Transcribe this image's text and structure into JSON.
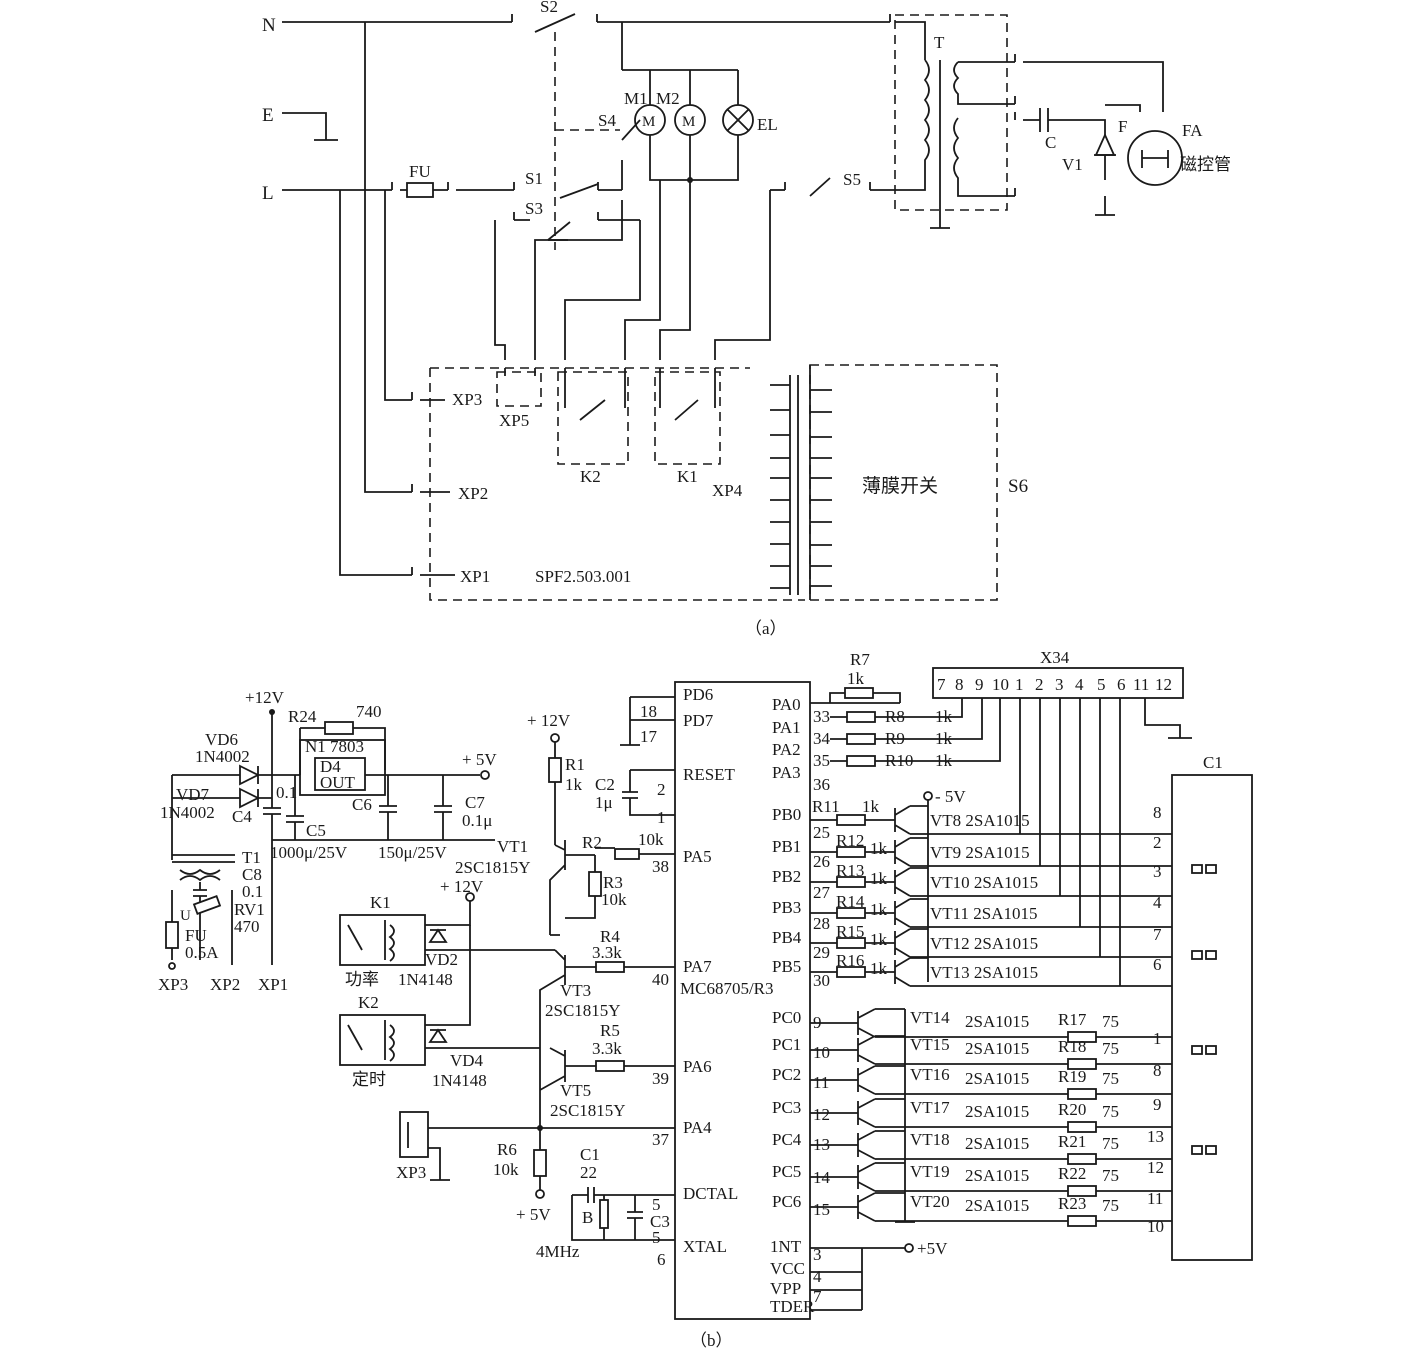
{
  "a": {
    "N": "N",
    "E": "E",
    "L": "L",
    "FU": "FU",
    "S1": "S1",
    "S2": "S2",
    "S3": "S3",
    "S4": "S4",
    "S5": "S5",
    "S6": "S6",
    "M1": "M1",
    "M2": "M2",
    "EL": "EL",
    "T": "T",
    "C": "C",
    "V1": "V1",
    "F": "F",
    "FA": "FA",
    "magnetron": "磁控管",
    "XP1": "XP1",
    "XP2": "XP2",
    "XP3": "XP3",
    "XP4": "XP4",
    "XP5": "XP5",
    "K1": "K1",
    "K2": "K2",
    "membrane": "薄膜开关",
    "board": "SPF2.503.001",
    "caption": "（a）"
  },
  "b": {
    "caption": "（b）",
    "p12v": "+12V",
    "p5v": "+ 5V",
    "m5v": "- 5V",
    "p5vb": "+5V",
    "p5vc": "+ 5V",
    "R24": "R24",
    "R24v": "740",
    "N1": "N1 7803",
    "D4": "D4",
    "OUT": "OUT",
    "VD6": "VD6",
    "VD6t": "1N4002",
    "VD7": "VD7",
    "VD7t": "1N4002",
    "C4": "C4",
    "C4v": "0.1",
    "C5": "C5",
    "C6": "C6",
    "C7": "C7",
    "C7v": "0.1μ",
    "C5v": "1000μ/25V",
    "C6v": "150μ/25V",
    "VT1": "VT1",
    "VT1t": "2SC1815Y",
    "T1": "T1",
    "C8": "C8",
    "C8v": "0.1",
    "RV1": "RV1",
    "RV1v": "470",
    "U": "U",
    "FU": "FU",
    "FUv": "0.5A",
    "XP3": "XP3",
    "XP2": "XP2",
    "XP1": "XP1",
    "XP3b": "XP3",
    "K1": "K1",
    "K2": "K2",
    "power": "功率",
    "timer": "定时",
    "VD2": "VD2",
    "VD2t": "1N4148",
    "VD4": "VD4",
    "VD4t": "1N4148",
    "p12vb": "+ 12V",
    "p12vc": "+ 12V",
    "R1": "R1",
    "R1v": "1k",
    "C2": "C2",
    "C2v": "1μ",
    "R2": "R2",
    "R2v": "10k",
    "R3": "R3",
    "R3v": "10k",
    "R4": "R4",
    "R4v": "3.3k",
    "R5": "R5",
    "R5v": "3.3k",
    "VT3": "VT3",
    "VT3t": "2SC1815Y",
    "VT5": "VT5",
    "VT5t": "2SC1815Y",
    "R6": "R6",
    "R6v": "10k",
    "C1c": "C1",
    "C1cv": "22",
    "Bq": "B",
    "C3": "C3",
    "xtal": "4MHz",
    "mcu": "MC68705/R3",
    "pins_left": [
      "PD6",
      "PD7",
      "RESET",
      "PA5",
      "PA7",
      "PA6",
      "PA4",
      "DCTAL",
      "XTAL"
    ],
    "pins_right": [
      "PA0",
      "PA1",
      "PA2",
      "PA3",
      "PB0",
      "PB1",
      "PB2",
      "PB3",
      "PB4",
      "PB5",
      "PC0",
      "PC1",
      "PC2",
      "PC3",
      "PC4",
      "PC5",
      "PC6",
      "1NT",
      "VCC",
      "VPP",
      "TDER"
    ],
    "pin_nums_left": [
      "18",
      "17",
      "2",
      "1",
      "38",
      "40",
      "39",
      "37",
      "5",
      "5",
      "6"
    ],
    "pin_nums_right": [
      "33",
      "34",
      "35",
      "36",
      "25",
      "26",
      "27",
      "28",
      "29",
      "30",
      "9",
      "10",
      "11",
      "12",
      "13",
      "14",
      "15",
      "3",
      "4",
      "7"
    ],
    "R7": "R7",
    "R7v": "1k",
    "R8": "R8",
    "R9": "R9",
    "R10": "R10",
    "Rk": "1k",
    "X34": "X34",
    "x34pins": [
      "7",
      "8",
      "9",
      "10",
      "1",
      "2",
      "3",
      "4",
      "5",
      "6",
      "11",
      "12"
    ],
    "rb": [
      "R11",
      "R12",
      "R13",
      "R14",
      "R15",
      "R16"
    ],
    "vtb": [
      "VT8 2SA1015",
      "VT9 2SA1015",
      "VT10 2SA1015",
      "VT11 2SA1015",
      "VT12 2SA1015",
      "VT13 2SA1015"
    ],
    "vtc": [
      "VT14",
      "VT15",
      "VT16",
      "VT17",
      "VT18",
      "VT19",
      "VT20"
    ],
    "sa": "2SA1015",
    "rc": [
      "R17",
      "R18",
      "R19",
      "R20",
      "R21",
      "R22",
      "R23"
    ],
    "r75": "75",
    "C1": "C1",
    "c1pins": [
      "8",
      "2",
      "3",
      "4",
      "7",
      "6",
      "1",
      "8",
      "9",
      "13",
      "12",
      "11",
      "10"
    ]
  }
}
